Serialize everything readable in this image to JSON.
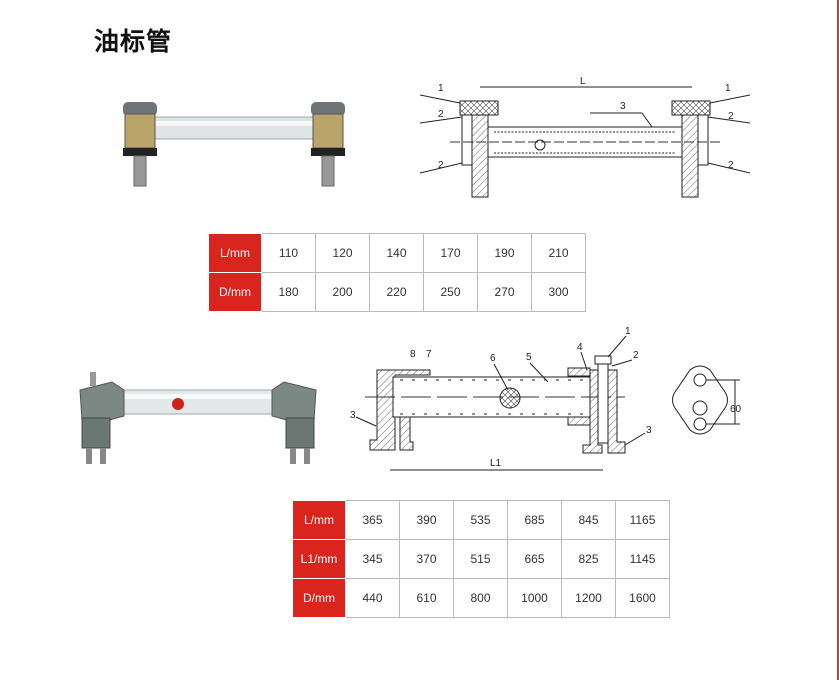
{
  "title": "油标管",
  "diagram1": {
    "labels": {
      "length": "L",
      "cap": "1",
      "seal": "2",
      "tube": "3"
    }
  },
  "table1": {
    "rows": [
      {
        "header": "L/mm",
        "values": [
          "110",
          "120",
          "140",
          "170",
          "190",
          "210"
        ]
      },
      {
        "header": "D/mm",
        "values": [
          "180",
          "200",
          "220",
          "250",
          "270",
          "300"
        ]
      }
    ]
  },
  "diagram2": {
    "labels": {
      "length": "L1",
      "p1": "1",
      "p2": "2",
      "p3": "3",
      "p4": "4",
      "p5": "5",
      "p6": "6",
      "p7": "7",
      "p8": "8",
      "spacing": "60"
    }
  },
  "table2": {
    "rows": [
      {
        "header": "L/mm",
        "values": [
          "365",
          "390",
          "535",
          "685",
          "845",
          "1165"
        ]
      },
      {
        "header": "L1/mm",
        "values": [
          "345",
          "370",
          "515",
          "665",
          "825",
          "1145"
        ]
      },
      {
        "header": "D/mm",
        "values": [
          "440",
          "610",
          "800",
          "1000",
          "1200",
          "1600"
        ]
      }
    ]
  },
  "colors": {
    "accent": "#d9251d"
  }
}
